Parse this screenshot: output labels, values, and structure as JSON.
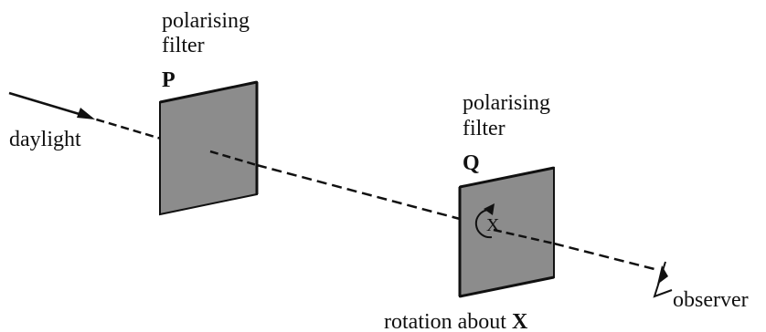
{
  "labels": {
    "daylight": "daylight",
    "filter_p": {
      "line1": "polarising",
      "line2": "filter",
      "letter": "P"
    },
    "filter_q": {
      "line1": "polarising",
      "line2": "filter",
      "letter": "Q"
    },
    "rotation": {
      "text": "rotation about ",
      "axis_letter": "X"
    },
    "axis_marker": "X",
    "observer": "observer"
  },
  "colors": {
    "filter_fill": "#8c8c8c",
    "stroke": "#111111"
  },
  "icons": {
    "light_direction": "arrow-icon",
    "rotation": "rotation-arrow-icon",
    "observer": "eye-icon"
  }
}
